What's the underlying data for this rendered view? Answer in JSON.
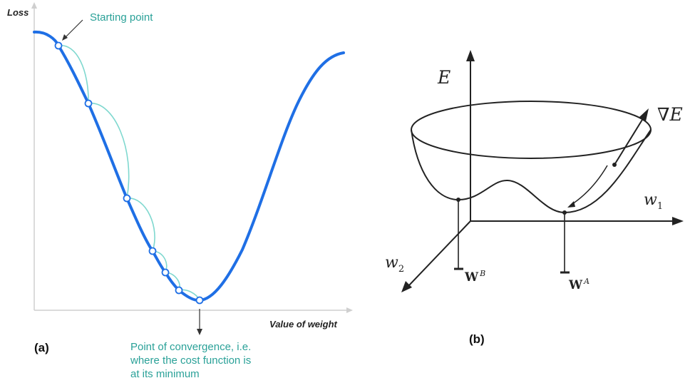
{
  "panel_a": {
    "y_axis_label": "Loss",
    "x_axis_label": "Value of weight",
    "start_annotation": "Starting point",
    "convergence_annotation": [
      "Point of convergence, i.e.",
      "where the cost function is",
      "at its minimum"
    ],
    "panel_label": "(a)",
    "colors": {
      "curve": "#1f6fe5",
      "steps": "#2aa198",
      "axis": "#cccccc"
    }
  },
  "panel_b": {
    "energy_label": "E",
    "gradient_label": "∇E",
    "w1_label": "w",
    "w1_sub": "1",
    "w2_label": "w",
    "w2_sub": "2",
    "wB_label": "W",
    "wB_sup": "B",
    "wA_label": "W",
    "wA_sup": "A",
    "panel_label": "(b)"
  }
}
